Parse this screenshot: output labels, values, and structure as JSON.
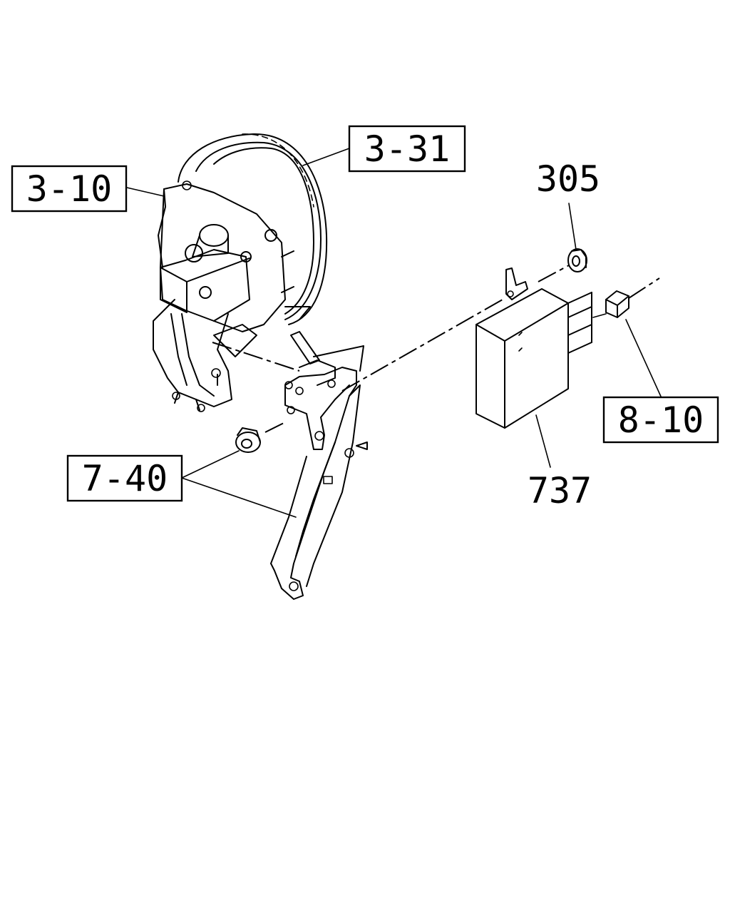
{
  "callouts": {
    "booster_ref": "3-31",
    "pedal_bracket_ref": "3-10",
    "pedal_ref": "7-40",
    "connector_ref": "8-10",
    "nut_part": "305",
    "module_part": "737"
  }
}
